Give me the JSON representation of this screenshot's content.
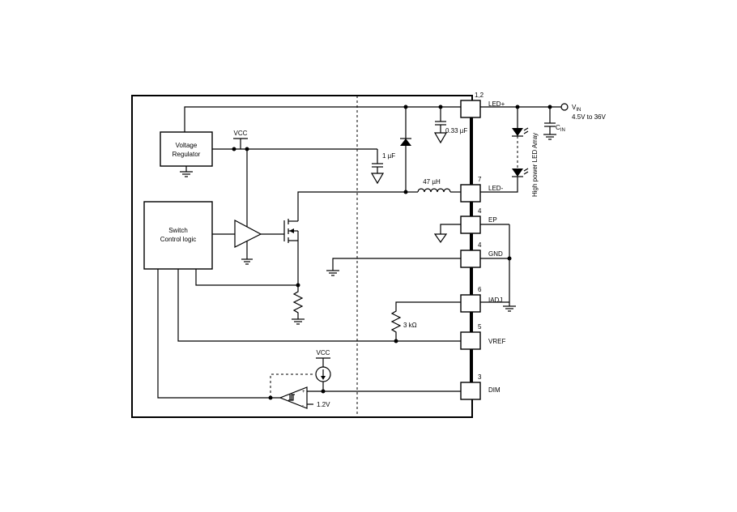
{
  "blocks": {
    "voltage_regulator": [
      "Voltage",
      "Regulator"
    ],
    "switch_control": [
      "Switch",
      "Control logic"
    ]
  },
  "pins": {
    "led_plus": {
      "number": "1,2",
      "name": "LED+"
    },
    "led_minus": {
      "number": "7",
      "name": "LED-"
    },
    "ep": {
      "number": "4",
      "name": "EP"
    },
    "gnd": {
      "number": "4",
      "name": "GND"
    },
    "iadj": {
      "number": "6",
      "name": "IADJ"
    },
    "vref": {
      "number": "5",
      "name": "VREF"
    },
    "dim": {
      "number": "3",
      "name": "DIM"
    }
  },
  "labels": {
    "vcc_top": "VCC",
    "vcc_bottom": "VCC",
    "cap_1uf": "1 µF",
    "cap_033uf": "0.33 µF",
    "inductor": "47 µH",
    "resistor_3k": "3 kΩ",
    "ref_12v": "1.2V",
    "vin_main": "V",
    "vin_sub": "IN",
    "vin_range": "4.5V to 36V",
    "cin_main": "C",
    "cin_sub": "IN",
    "led_array": "High power LED Array"
  }
}
